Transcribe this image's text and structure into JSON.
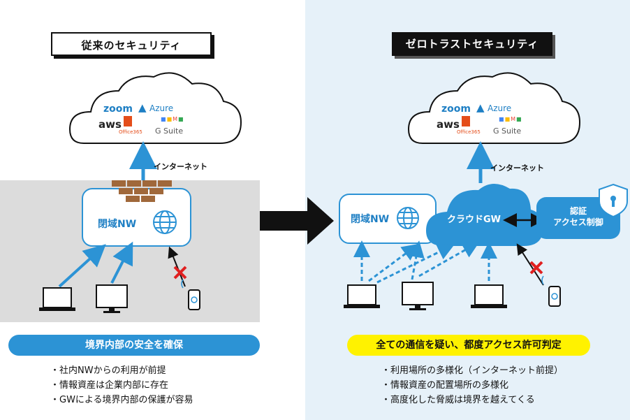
{
  "left": {
    "title": "従来のセキュリティ",
    "internet_label": "インターネット",
    "closed_nw_label": "閉域NW",
    "banner": "境界内部の安全を確保",
    "bullets": [
      "・社内NWからの利用が前提",
      "・情報資産は企業内部に存在",
      "・GWによる境界内部の保護が容易"
    ]
  },
  "right": {
    "title": "ゼロトラストセキュリティ",
    "internet_label": "インターネット",
    "closed_nw_label": "閉域NW",
    "cloud_gw_label": "クラウドGW",
    "auth_label_1": "認証",
    "auth_label_2": "アクセス制御",
    "banner": "全ての通信を疑い、都度アクセス許可判定",
    "bullets": [
      "・利用場所の多様化（インターネット前提）",
      "・情報資産の配置場所の多様化",
      "・高度化した脅威は境界を越えてくる"
    ]
  },
  "cloud_services": {
    "zoom": "zoom",
    "azure": "Azure",
    "aws": "aws",
    "office": "Office365",
    "gsuite": "G Suite"
  },
  "colors": {
    "accent_blue": "#2c93d5",
    "light_blue_bg": "#e6f1f9",
    "yellow": "#fff200",
    "brick": "#a0683a",
    "red_x": "#e02020"
  }
}
